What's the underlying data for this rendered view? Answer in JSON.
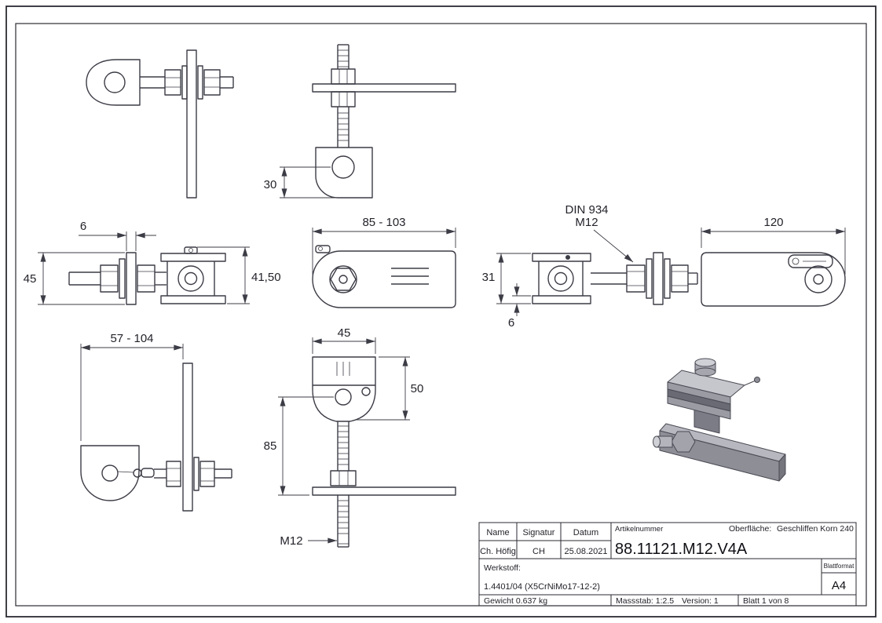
{
  "dimensions": {
    "d30": "30",
    "d6_left": "6",
    "d45_left": "45",
    "d41_50": "41,50",
    "d85_103": "85 - 103",
    "din_line1": "DIN 934",
    "din_line2": "M12",
    "d31": "31",
    "d6_right": "6",
    "d120": "120",
    "d57_104": "57 - 104",
    "d45_bottom": "45",
    "d50": "50",
    "d85": "85",
    "m12_bottom": "M12"
  },
  "title_block": {
    "col_name": "Name",
    "col_signatur": "Signatur",
    "col_datum": "Datum",
    "val_name": "Ch. Höfig",
    "val_signatur": "CH",
    "val_datum": "25.08.2021",
    "artikelnummer_label": "Artikelnummer",
    "artikelnummer": "88.11121.M12.V4A",
    "oberflaeche_label": "Oberfläche:",
    "oberflaeche_value": "Geschliffen Korn 240",
    "werkstoff_label": "Werkstoff:",
    "werkstoff_value": "1.4401/04 (X5CrNiMo17-12-2)",
    "blattformat_label": "Blattformat",
    "blattformat_value": "A4",
    "gewicht": "Gewicht 0.637 kg",
    "massstab": "Massstab: 1:2.5",
    "version": "Version: 1",
    "blatt": "Blatt 1 von 8"
  },
  "colors": {
    "line": "#3c3c46",
    "text": "#23232b",
    "iso_light": "#cfcfd6",
    "iso_mid": "#a3a3ac",
    "iso_dark": "#75757e"
  }
}
